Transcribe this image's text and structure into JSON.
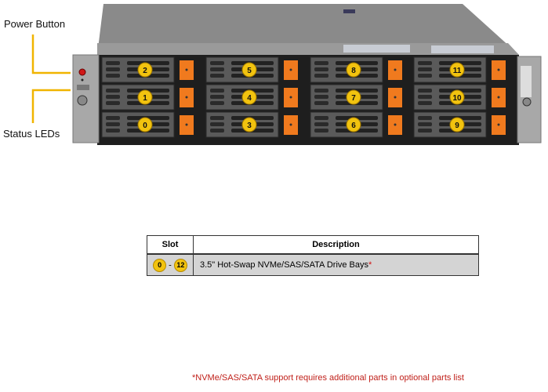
{
  "callouts": {
    "power_button": "Power Button",
    "status_leds": "Status LEDs"
  },
  "bays": {
    "columns": [
      [
        "2",
        "1",
        "0"
      ],
      [
        "5",
        "4",
        "3"
      ],
      [
        "8",
        "7",
        "6"
      ],
      [
        "11",
        "10",
        "9"
      ]
    ]
  },
  "colors": {
    "callout_line": "#f0b400",
    "latch": "#f07a1e",
    "badge": "#f2c30f",
    "footnote": "#c0201a"
  },
  "table": {
    "headers": [
      "Slot",
      "Description"
    ],
    "row": {
      "slot_from": "0",
      "slot_sep": "-",
      "slot_to": "12",
      "description": "3.5\" Hot-Swap NVMe/SAS/SATA Drive Bays",
      "asterisk": "*"
    }
  },
  "footnote": "*NVMe/SAS/SATA support requires additional parts in optional parts list"
}
